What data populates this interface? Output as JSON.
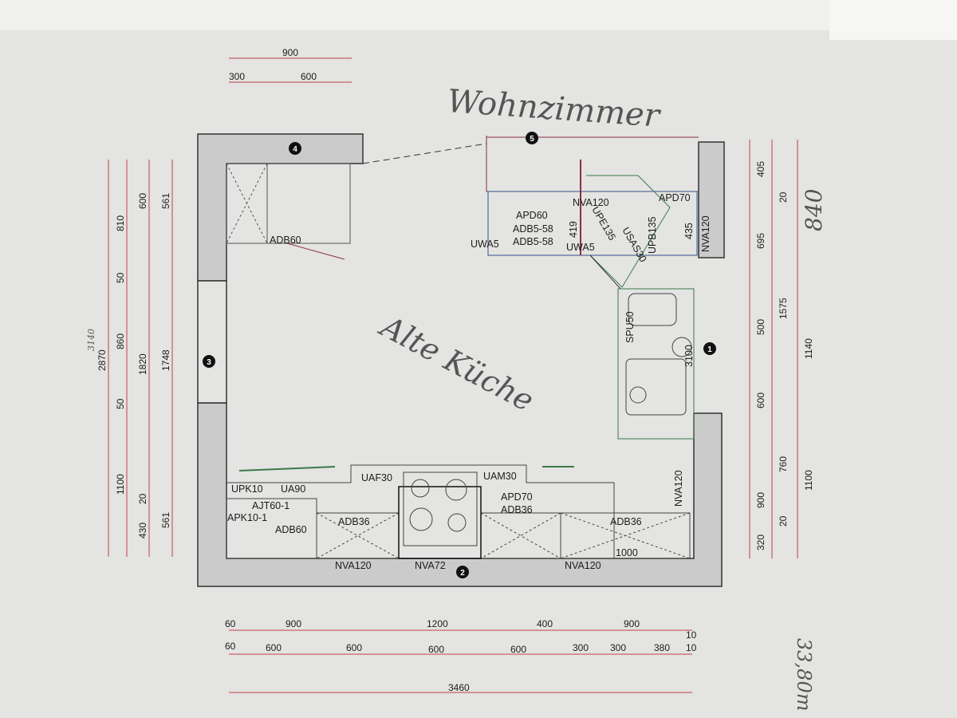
{
  "handwriting": {
    "room_top": "Wohnzimmer",
    "room_center": "Alte Küche",
    "right_dim": "840",
    "left_dim": "3140",
    "area": "33,80m"
  },
  "markers": [
    "1",
    "2",
    "3",
    "4",
    "5"
  ],
  "cabinets": [
    "ADB60",
    "NVA120",
    "APD60",
    "ADB5-58",
    "ADB5-58",
    "UWA5",
    "UWA5",
    "419",
    "UPE135",
    "USAS30",
    "UPB135",
    "APD70",
    "435",
    "NVA120",
    "SPU50",
    "3100",
    "UPK10",
    "UA90",
    "AJT60-1",
    "APK10-1",
    "ADB60",
    "UAF30",
    "ADB36",
    "UAM30",
    "APD70",
    "ADB36",
    "ADB36",
    "1000",
    "NVA120",
    "NVA120",
    "NVA72",
    "NVA120"
  ],
  "dims_top": [
    "900",
    "300",
    "600"
  ],
  "dims_left_outer": [
    "2870"
  ],
  "dims_left_1": [
    "810",
    "50",
    "860",
    "50",
    "1100"
  ],
  "dims_left_2": [
    "600",
    "1820",
    "20",
    "430"
  ],
  "dims_left_3": [
    "561",
    "1748",
    "561"
  ],
  "dims_right_1": [
    "405",
    "695",
    "500",
    "600",
    "900",
    "320"
  ],
  "dims_right_2": [
    "20",
    "1575",
    "760",
    "20"
  ],
  "dims_right_3": [
    "1140",
    "1100"
  ],
  "dims_bottom_1": [
    "60",
    "900",
    "1200",
    "400",
    "900",
    "10"
  ],
  "dims_bottom_2": [
    "60",
    "600",
    "600",
    "600",
    "600",
    "300",
    "300",
    "380",
    "10"
  ],
  "dims_bottom_total": [
    "3460"
  ],
  "colors": {
    "paper": "#e3e3e1",
    "wall": "#c9c9c9",
    "dim_line": "#c0404a",
    "cabinet_line": "#333",
    "green": "#3a7a4a",
    "blue": "#34508a"
  }
}
